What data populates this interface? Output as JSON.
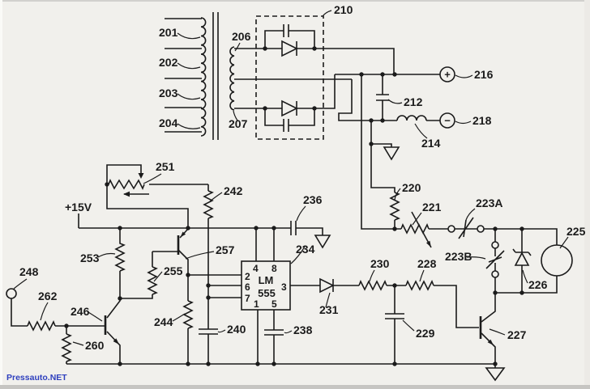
{
  "watermark": {
    "text": "Pressauto.NET",
    "color": "#2e3fbe"
  },
  "power": {
    "supply_label": "+15V"
  },
  "ic555": {
    "line1": "LM",
    "line2": "555",
    "pin4": "4",
    "pin8": "8",
    "pin2": "2",
    "pin6": "6",
    "pin7": "7",
    "pin3": "3",
    "pin1": "1",
    "pin5": "5"
  },
  "terminals": {
    "positive": "+",
    "negative": "−"
  },
  "ref_labels": {
    "r201": "201",
    "r202": "202",
    "r203": "203",
    "r204": "204",
    "r206": "206",
    "r207": "207",
    "r210": "210",
    "r212": "212",
    "r214": "214",
    "r216": "216",
    "r218": "218",
    "r220": "220",
    "r221": "221",
    "r223a": "223A",
    "r223b": "223B",
    "r225": "225",
    "r226": "226",
    "r227": "227",
    "r228": "228",
    "r229": "229",
    "r230": "230",
    "r231": "231",
    "r234": "234",
    "r236": "236",
    "r238": "238",
    "r240": "240",
    "r242": "242",
    "r244": "244",
    "r246": "246",
    "r248": "248",
    "r251": "251",
    "r253": "253",
    "r255": "255",
    "r257": "257",
    "r260": "260",
    "r262": "262"
  },
  "colors": {
    "line": "#1b1b1b",
    "background": "#f1f0ec"
  }
}
